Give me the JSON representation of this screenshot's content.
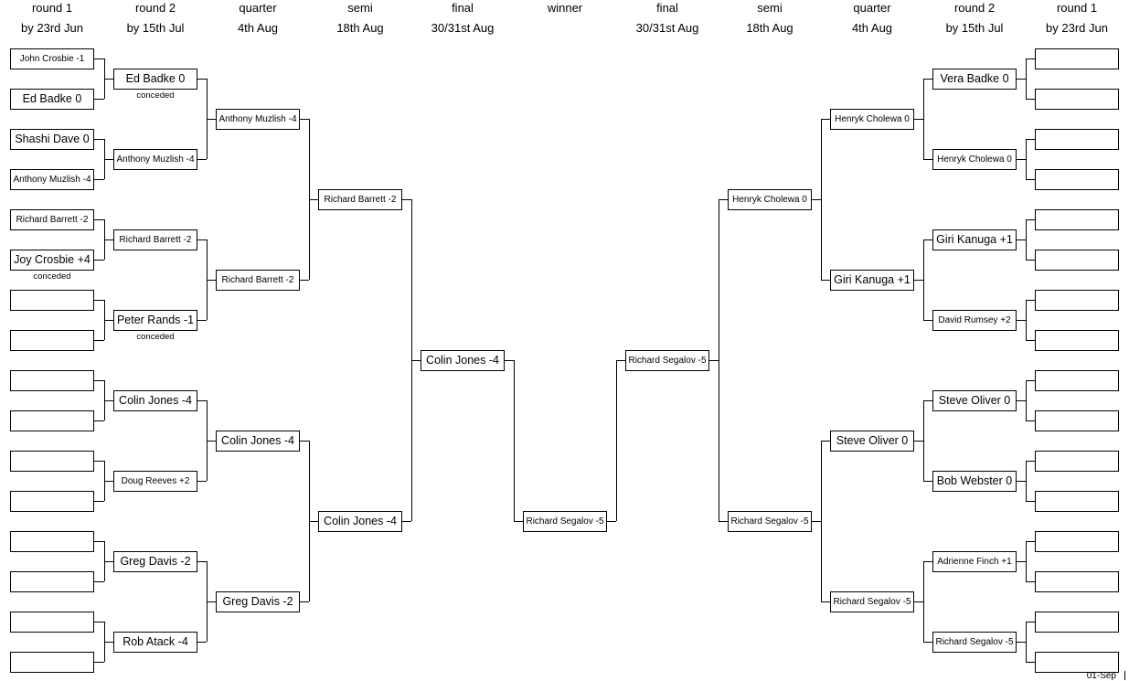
{
  "headers": [
    {
      "title": "round 1",
      "sub": "by 23rd Jun"
    },
    {
      "title": "round 2",
      "sub": "by 15th Jul"
    },
    {
      "title": "quarter",
      "sub": "4th Aug"
    },
    {
      "title": "semi",
      "sub": "18th Aug"
    },
    {
      "title": "final",
      "sub": "30/31st Aug"
    },
    {
      "title": "winner",
      "sub": ""
    },
    {
      "title": "final",
      "sub": "30/31st Aug"
    },
    {
      "title": "semi",
      "sub": "18th Aug"
    },
    {
      "title": "quarter",
      "sub": "4th Aug"
    },
    {
      "title": "round 2",
      "sub": "by 15th Jul"
    },
    {
      "title": "round 1",
      "sub": "by 23rd Jun"
    }
  ],
  "left": {
    "round1": [
      "John Crosbie -1",
      "Ed Badke 0",
      "Shashi Dave 0",
      "Anthony Muzlish -4",
      "Richard Barrett -2",
      "Joy Crosbie +4",
      "",
      "",
      "",
      "",
      "",
      "",
      "",
      "",
      "",
      ""
    ],
    "round2": [
      "Ed Badke 0",
      "Anthony Muzlish -4",
      "Richard Barrett -2",
      "Peter Rands -1",
      "Colin Jones -4",
      "Doug Reeves +2",
      "Greg Davis -2",
      "Rob Atack -4"
    ],
    "quarter": [
      "Anthony Muzlish -4",
      "Richard Barrett -2",
      "Colin Jones -4",
      "Greg Davis -2"
    ],
    "semi": [
      "Richard Barrett -2",
      "Colin Jones -4"
    ],
    "final": [
      "Colin Jones -4"
    ]
  },
  "right": {
    "round1": [
      "",
      "",
      "",
      "",
      "",
      "",
      "",
      "",
      "",
      "",
      "",
      "",
      "",
      "",
      "",
      ""
    ],
    "round2": [
      "Vera Badke 0",
      "Henryk Cholewa 0",
      "Giri Kanuga +1",
      "David Rumsey +2",
      "Steve Oliver 0",
      "Bob Webster 0",
      "Adrienne Finch +1",
      "Richard Segalov -5"
    ],
    "quarter": [
      "Henryk Cholewa 0",
      "Giri Kanuga +1",
      "Steve Oliver 0",
      "Richard Segalov -5"
    ],
    "semi": [
      "Henryk Cholewa 0",
      "Richard Segalov -5"
    ],
    "final": [
      "Richard Segalov -5"
    ]
  },
  "winner": "Richard Segalov -5",
  "notes": [
    {
      "side": "left",
      "round": "round2",
      "index": 0,
      "text": "conceded"
    },
    {
      "side": "left",
      "round": "round1",
      "index": 5,
      "text": "conceded"
    },
    {
      "side": "left",
      "round": "round2",
      "index": 3,
      "text": "conceded"
    }
  ],
  "small_text": {
    "left": {
      "round1": [
        0,
        3,
        4
      ],
      "round2": [
        1,
        2,
        5
      ],
      "quarter": [
        0,
        1
      ],
      "semi": [
        0
      ]
    },
    "right": {
      "round2": [
        1,
        3,
        6,
        7
      ],
      "quarter": [
        0,
        3
      ],
      "semi": [
        0,
        1
      ],
      "final": [
        0
      ]
    },
    "winner": true
  },
  "footer_date": "01-Sep"
}
